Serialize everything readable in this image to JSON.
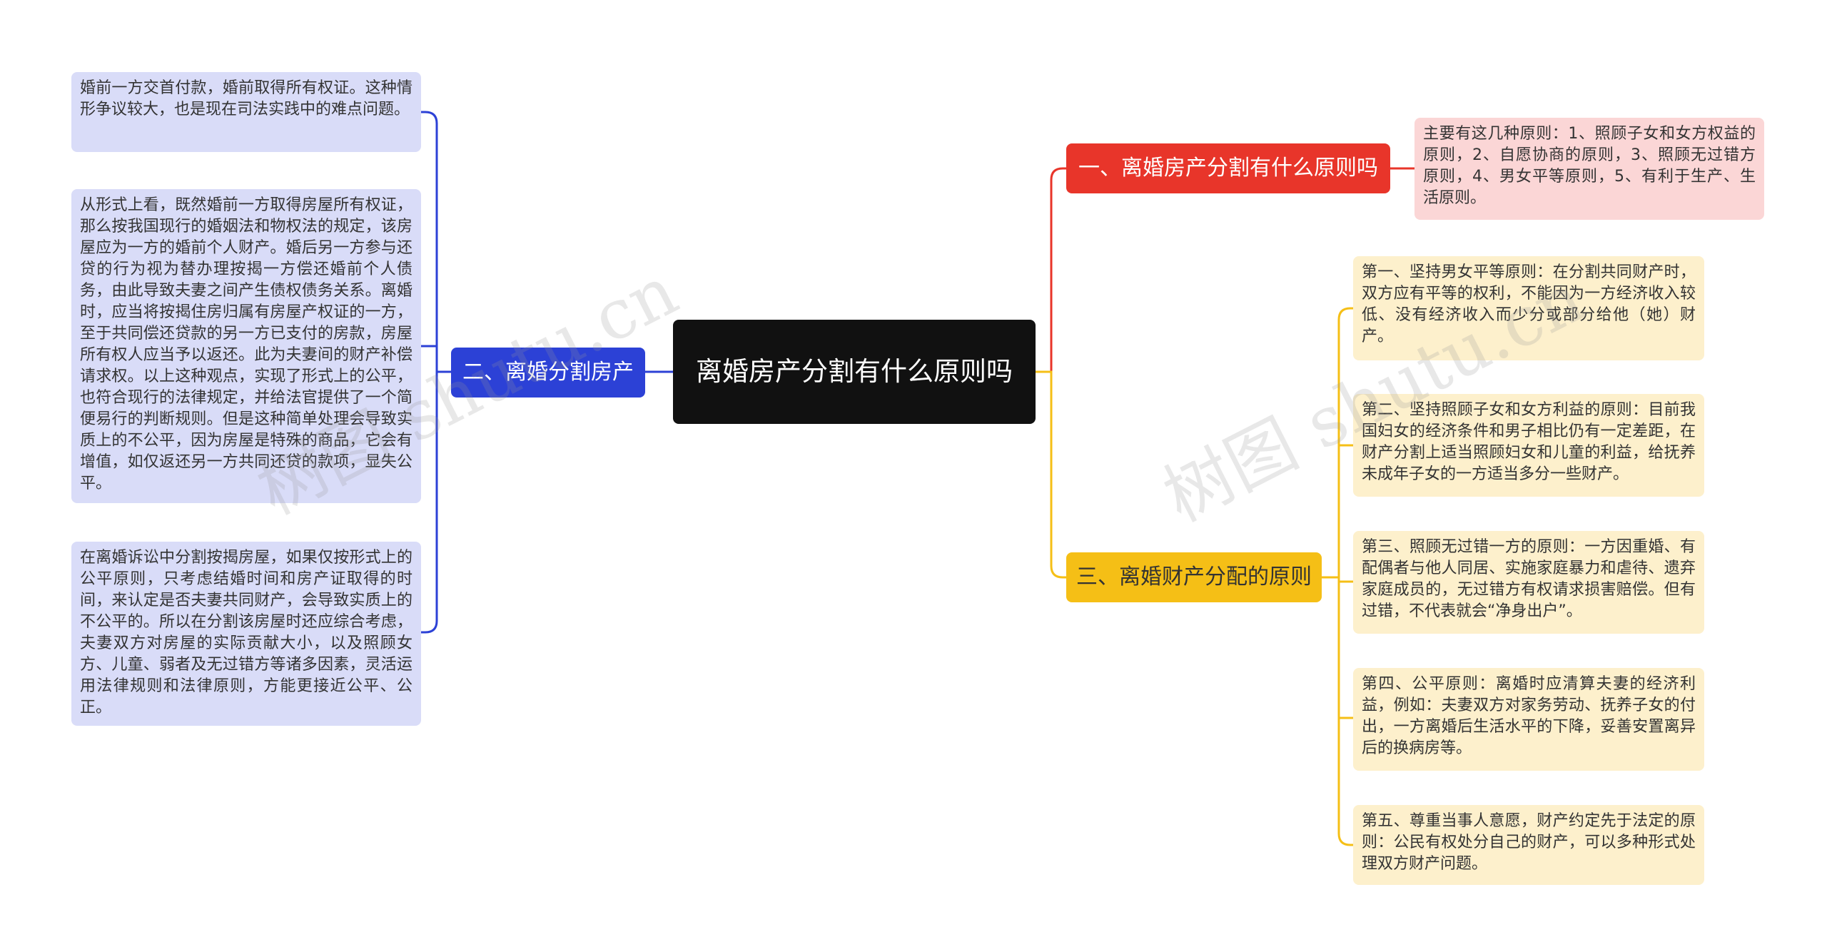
{
  "root": {
    "label": "离婚房产分割有什么原则吗"
  },
  "branches": [
    {
      "label": "一、离婚房产分割有什么原则吗",
      "color": "#e8352a",
      "children": [
        "主要有这几种原则：1、照顾子女和女方权益的原则，2、自愿协商的原则，3、照顾无过错方原则，4、男女平等原则，5、有利于生产、生活原则。"
      ]
    },
    {
      "label": "二、离婚分割房产",
      "color": "#2c41d6",
      "children": [
        "婚前一方交首付款，婚前取得所有权证。这种情形争议较大，也是现在司法实践中的难点问题。",
        "从形式上看，既然婚前一方取得房屋所有权证，那么按我国现行的婚姻法和物权法的规定，该房屋应为一方的婚前个人财产。婚后另一方参与还贷的行为视为替办理按揭一方偿还婚前个人债务，由此导致夫妻之间产生债权债务关系。离婚时，应当将按揭住房归属有房屋产权证的一方，至于共同偿还贷款的另一方已支付的房款，房屋所有权人应当予以返还。此为夫妻间的财产补偿请求权。以上这种观点，实现了形式上的公平，也符合现行的法律规定，并给法官提供了一个简便易行的判断规则。但是这种简单处理会导致实质上的不公平，因为房屋是特殊的商品，它会有增值，如仅返还另一方共同还贷的款项，显失公平。",
        "在离婚诉讼中分割按揭房屋，如果仅按形式上的公平原则，只考虑结婚时间和房产证取得的时间，来认定是否夫妻共同财产，会导致实质上的不公平的。所以在分割该房屋时还应综合考虑，夫妻双方对房屋的实际贡献大小，以及照顾女方、儿童、弱者及无过错方等诸多因素，灵活运用法律规则和法律原则，方能更接近公平、公正。"
      ]
    },
    {
      "label": "三、离婚财产分配的原则",
      "color": "#f5bf16",
      "children": [
        "第一、坚持男女平等原则：在分割共同财产时，双方应有平等的权利，不能因为一方经济收入较低、没有经济收入而少分或部分给他（她）财产。",
        "第二、坚持照顾子女和女方利益的原则：目前我国妇女的经济条件和男子相比仍有一定差距，在财产分割上适当照顾妇女和儿童的利益，给抚养未成年子女的一方适当多分一些财产。",
        "第三、照顾无过错一方的原则：一方因重婚、有配偶者与他人同居、实施家庭暴力和虐待、遗弃家庭成员的，无过错方有权请求损害赔偿。但有过错，不代表就会“净身出户”。",
        "第四、公平原则：离婚时应清算夫妻的经济利益，例如：夫妻双方对家务劳动、抚养子女的付出，一方离婚后生活水平的下降，妥善安置离异后的换病房等。",
        "第五、尊重当事人意愿，财产约定先于法定的原则：公民有权处分自己的财产，可以多种形式处理双方财产问题。"
      ]
    }
  ],
  "watermarks": [
    "树图 shutu.cn",
    "树图 shutu.cn"
  ]
}
